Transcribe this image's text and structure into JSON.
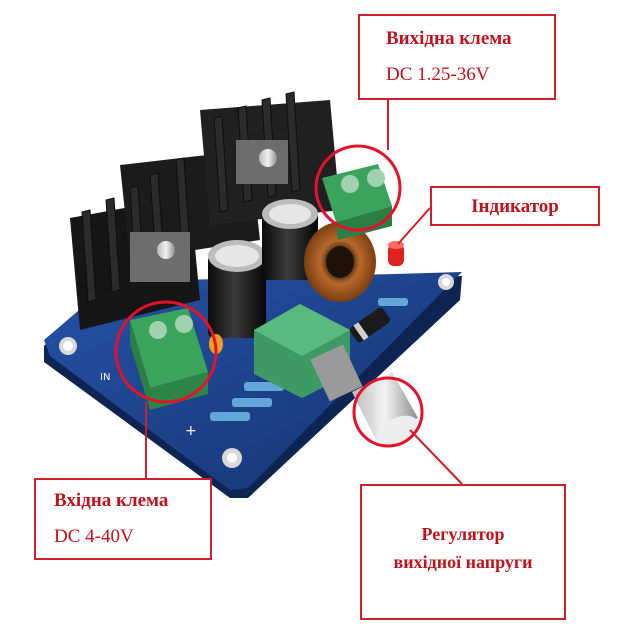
{
  "callouts": {
    "output_terminal": {
      "title": "Вихідна клема",
      "range": "DC 1.25-36V"
    },
    "indicator": {
      "title": "Індикатор"
    },
    "input_terminal": {
      "title": "Вхідна клема",
      "range": "DC 4-40V"
    },
    "regulator": {
      "line1": "Регулятор",
      "line2": "вихідної напруги"
    }
  },
  "colors": {
    "callout_border": "#d01f2a",
    "callout_text": "#c0121c",
    "pcb": "#1a3f86",
    "terminal": "#3aa35c",
    "heatsink": "#1b1b1b"
  },
  "icons": [
    "heatsink",
    "capacitor",
    "inductor-coil",
    "led-indicator",
    "diode",
    "potentiometer",
    "screw-terminal"
  ]
}
